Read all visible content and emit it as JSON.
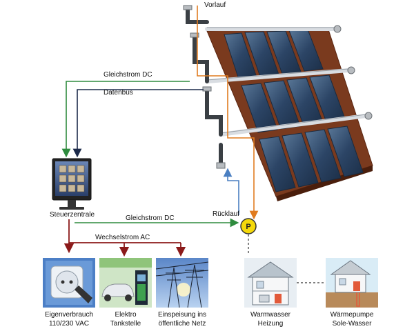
{
  "labels": {
    "vorlauf": "Vorlauf",
    "gleichstrom_top": "Gleichstrom DC",
    "datenbus": "Datenbus",
    "steuerzentrale": "Steuerzentrale",
    "gleichstrom_mid": "Gleichstrom DC",
    "ruecklauf": "Rücklauf",
    "wechselstrom": "Wechselstrom AC",
    "pump_symbol": "P"
  },
  "tiles": [
    {
      "line1": "Eigenverbrauch",
      "line2": "110/230  VAC"
    },
    {
      "line1": "Elektro",
      "line2": "Tankstelle"
    },
    {
      "line1": "Einspeisung ins",
      "line2": "öffentliche Netz"
    },
    {
      "line1": "Warmwasser",
      "line2": "Heizung"
    },
    {
      "line1": "Wärmepumpe",
      "line2": "Sole-Wasser"
    }
  ],
  "colors": {
    "dc_line": "#2e8b3e",
    "data_line": "#1c2a4a",
    "ac_line": "#8b1a1a",
    "flow_line": "#e07b1f",
    "return_line": "#4a7fc1",
    "pump_fill": "#f5d90a",
    "roof": "#7a3a1e",
    "panel": "#2f4a6a"
  }
}
